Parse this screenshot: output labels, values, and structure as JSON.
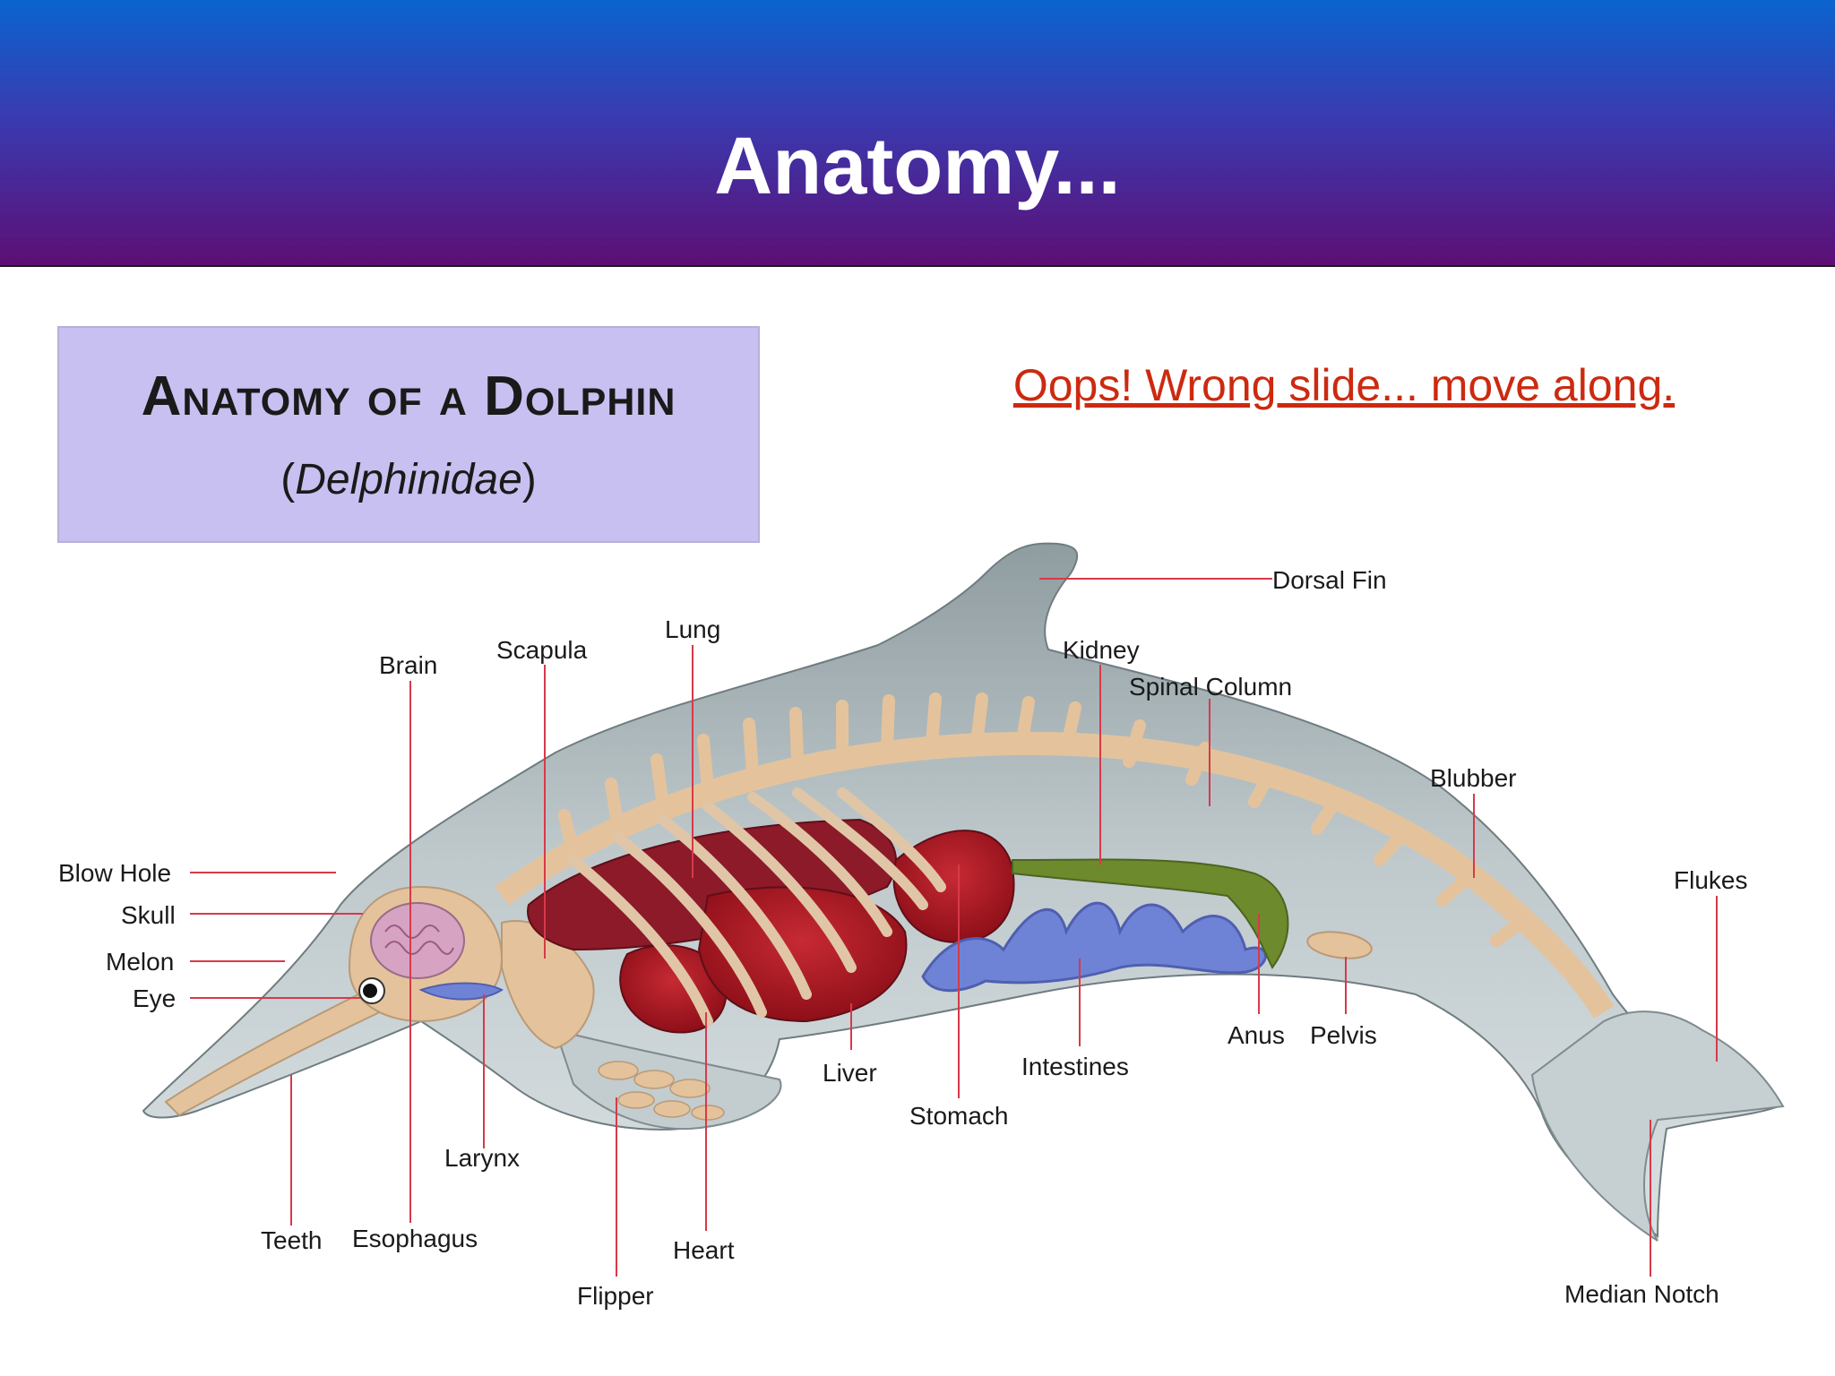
{
  "header": {
    "title": "Anatomy..."
  },
  "title_box": {
    "heading": "Anatomy of a Dolphin",
    "open_paren": "(",
    "latin_name": "Delphinidae",
    "close_paren": ")"
  },
  "oops_link": "Oops! Wrong slide... move along.",
  "labels": {
    "dorsal_fin": "Dorsal Fin",
    "kidney": "Kidney",
    "spinal_column": "Spinal Column",
    "blubber": "Blubber",
    "flukes": "Flukes",
    "brain": "Brain",
    "scapula": "Scapula",
    "lung": "Lung",
    "blow_hole": "Blow Hole",
    "skull": "Skull",
    "melon": "Melon",
    "eye": "Eye",
    "liver": "Liver",
    "intestines": "Intestines",
    "stomach": "Stomach",
    "anus": "Anus",
    "pelvis": "Pelvis",
    "larynx": "Larynx",
    "teeth": "Teeth",
    "esophagus": "Esophagus",
    "heart": "Heart",
    "flipper": "Flipper",
    "median_notch": "Median Notch"
  },
  "colors": {
    "header_top": "#0a64cf",
    "header_bottom": "#5d0f75",
    "title_box_bg": "#c8c0f0",
    "link": "#cc2a10",
    "body_gray": "#bcc6c9",
    "bone": "#e4c39c",
    "organ_red": "#a3141f",
    "intestine_blue": "#6f83d6",
    "kidney_green": "#6d8a2c",
    "leader_line": "#d63a4a"
  }
}
